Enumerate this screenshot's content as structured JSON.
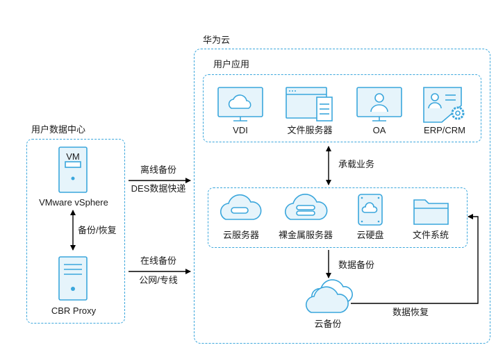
{
  "user_dc": {
    "title": "用户数据中心",
    "vm_label": "VM",
    "vsphere_label": "VMware vSphere",
    "backup_restore_label": "备份/恢复",
    "cbr_label": "CBR Proxy"
  },
  "links": {
    "offline_backup": "离线备份",
    "des_express": "DES数据快递",
    "online_backup": "在线备份",
    "public_private_line": "公网/专线"
  },
  "huawei_cloud": {
    "title": "华为云",
    "user_apps": {
      "title": "用户应用",
      "items": [
        "VDI",
        "文件服务器",
        "OA",
        "ERP/CRM"
      ]
    },
    "carry_business": "承载业务",
    "services": {
      "items": [
        "云服务器",
        "裸金属服务器",
        "云硬盘",
        "文件系统"
      ]
    },
    "data_backup": "数据备份",
    "cloud_backup": "云备份",
    "data_restore": "数据恢复"
  },
  "colors": {
    "accent": "#3aa6dc",
    "icon_fill": "#e6f4fb",
    "line": "#000000"
  }
}
